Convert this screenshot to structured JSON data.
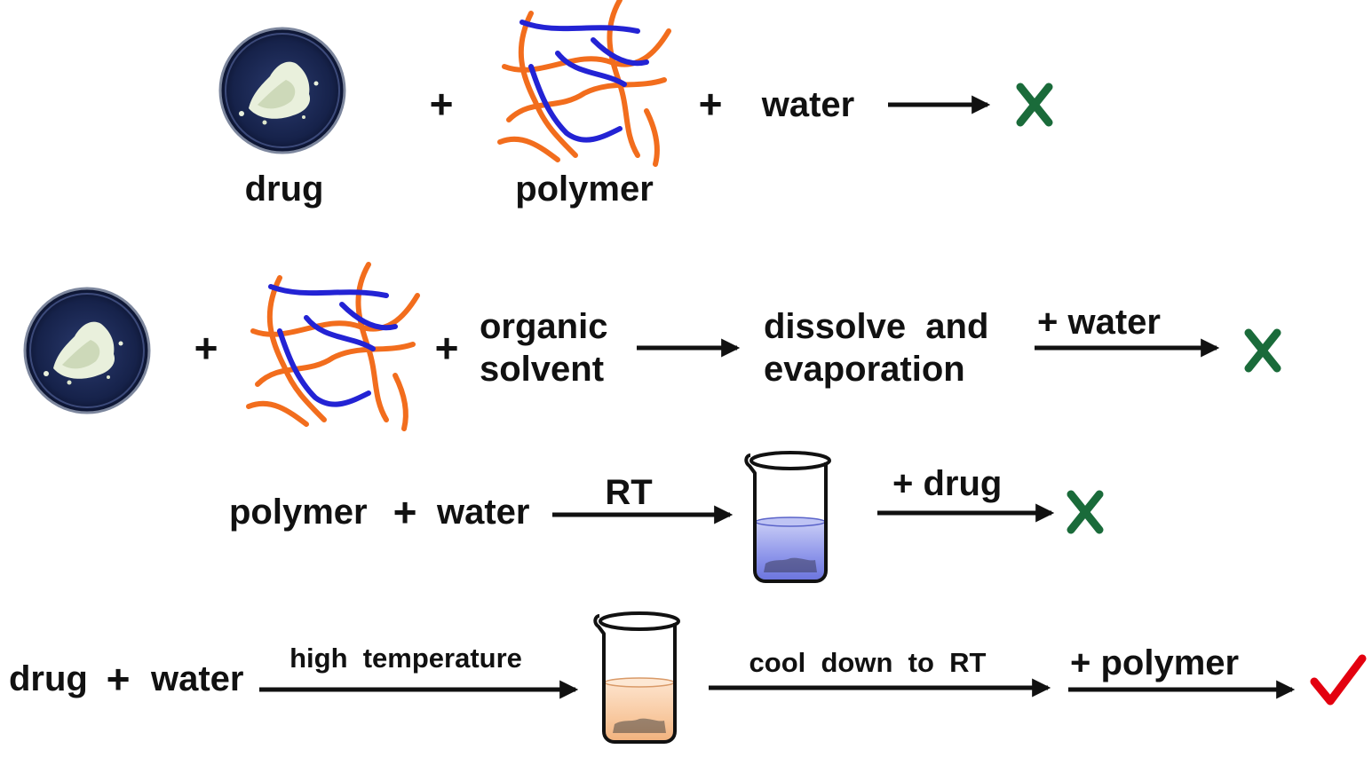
{
  "colors": {
    "polymer_chain_a": "#f26d1d",
    "polymer_chain_b": "#2323d4",
    "cross_mark": "#1a6b3a",
    "check_mark": "#e3000f",
    "arrow": "#111111",
    "dish": "#1c2a52",
    "drug_powder": "#e7efd9",
    "blue_solution": "#7f88e6",
    "orange_solution": "#f7c9a2"
  },
  "icons": {
    "drug": "petri-dish-with-powder-icon",
    "polymer": "polymer-network-icon",
    "beaker": "beaker-icon",
    "fail": "cross-icon",
    "success": "check-icon"
  },
  "row1": {
    "drug_label": "drug",
    "plus_1": "+",
    "polymer_label": "polymer",
    "plus_2": "+",
    "water_label": "water",
    "result": "fail"
  },
  "row2": {
    "plus_1": "+",
    "plus_2": "+",
    "solvent_line1": "organic",
    "solvent_line2": "solvent",
    "step_line1": "dissolve  and",
    "step_line2": "evaporation",
    "arrow_label": "+ water",
    "result": "fail"
  },
  "row3": {
    "polymer_label": "polymer",
    "plus": "+",
    "water_label": "water",
    "arrow1_label": "RT",
    "arrow2_label": "+ drug",
    "result": "fail"
  },
  "row4": {
    "drug_label": "drug",
    "plus": "+",
    "water_label": "water",
    "arrow1_label": "high  temperature",
    "arrow2_label": "cool  down  to  RT",
    "arrow3_label": "+ polymer",
    "result": "success"
  }
}
